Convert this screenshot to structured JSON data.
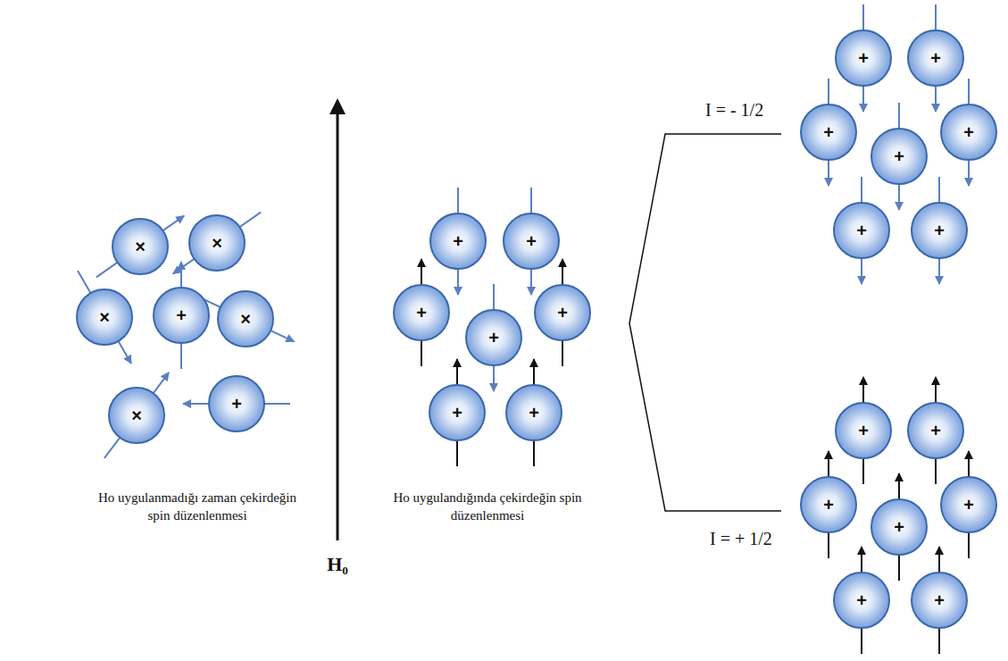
{
  "diagram": {
    "nodes": [
      {
        "text": [
          "×"
        ]
      },
      {
        "text": [
          "×"
        ]
      },
      {
        "text": [
          "×"
        ]
      },
      {
        "text": [
          "+"
        ]
      },
      {
        "text": [
          "×"
        ]
      },
      {
        "text": [
          "×"
        ]
      },
      {
        "text": [
          "+"
        ]
      },
      {
        "text": [
          "+"
        ]
      },
      {
        "text": [
          "+"
        ]
      },
      {
        "text": [
          "+"
        ]
      },
      {
        "text": [
          "+"
        ]
      },
      {
        "text": [
          "+"
        ]
      },
      {
        "text": [
          "+"
        ]
      },
      {
        "text": [
          "+"
        ]
      },
      {
        "text": [
          "+"
        ]
      },
      {
        "text": [
          "+"
        ]
      },
      {
        "text": [
          "+"
        ]
      },
      {
        "text": [
          "+"
        ]
      },
      {
        "text": [
          "+"
        ]
      },
      {
        "text": [
          "+"
        ]
      },
      {
        "text": [
          "+"
        ]
      },
      {
        "text": [
          "+"
        ]
      },
      {
        "text": [
          "+"
        ]
      },
      {
        "text": [
          "+"
        ]
      },
      {
        "text": [
          "+"
        ]
      },
      {
        "text": [
          "+"
        ]
      },
      {
        "text": [
          "+"
        ]
      },
      {
        "text": [
          "+"
        ]
      }
    ],
    "labels": [
      "Ho uygulanmadığı zaman çekirdeğin spin düzenlenmesi",
      "Ho uygulandığında çekirdeğin spin düzenlenmesi",
      "H₀",
      "I = - 1/2",
      "I = + 1/2"
    ]
  }
}
